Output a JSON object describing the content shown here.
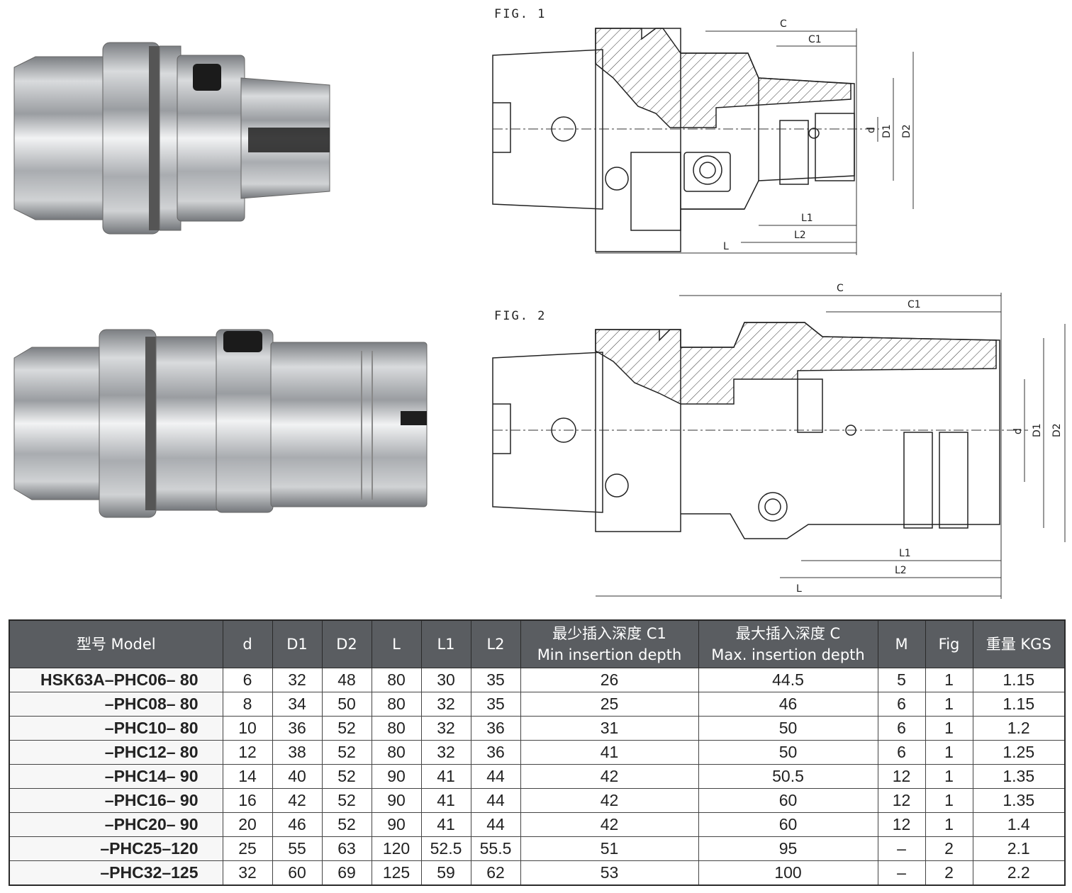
{
  "figures": {
    "fig1": {
      "label": "FIG. 1",
      "dims": {
        "c": "C",
        "c1": "C1",
        "d": "d",
        "d1": "D1",
        "d2": "D2",
        "l": "L",
        "l1": "L1",
        "l2": "L2"
      }
    },
    "fig2": {
      "label": "FIG. 2",
      "dims": {
        "c": "C",
        "c1": "C1",
        "d": "d",
        "d1": "D1",
        "d2": "D2",
        "l": "L",
        "l1": "L1",
        "l2": "L2"
      }
    }
  },
  "table": {
    "headers": {
      "model": "型号  Model",
      "d": "d",
      "d1": "D1",
      "d2": "D2",
      "l": "L",
      "l1": "L1",
      "l2": "L2",
      "c1_zh": "最少插入深度 C1",
      "c1_en": "Min insertion depth",
      "c_zh": "最大插入深度 C",
      "c_en": "Max. insertion depth",
      "m": "M",
      "fig": "Fig",
      "weight": "重量 KGS"
    },
    "rows": [
      {
        "model": "HSK63A–PHC06–  80",
        "d": "6",
        "D1": "32",
        "D2": "48",
        "L": "80",
        "L1": "30",
        "L2": "35",
        "C1": "26",
        "C": "44.5",
        "M": "5",
        "Fig": "1",
        "KGS": "1.15"
      },
      {
        "model": "–PHC08–  80",
        "d": "8",
        "D1": "34",
        "D2": "50",
        "L": "80",
        "L1": "32",
        "L2": "35",
        "C1": "25",
        "C": "46",
        "M": "6",
        "Fig": "1",
        "KGS": "1.15"
      },
      {
        "model": "–PHC10–  80",
        "d": "10",
        "D1": "36",
        "D2": "52",
        "L": "80",
        "L1": "32",
        "L2": "36",
        "C1": "31",
        "C": "50",
        "M": "6",
        "Fig": "1",
        "KGS": "1.2"
      },
      {
        "model": "–PHC12–  80",
        "d": "12",
        "D1": "38",
        "D2": "52",
        "L": "80",
        "L1": "32",
        "L2": "36",
        "C1": "41",
        "C": "50",
        "M": "6",
        "Fig": "1",
        "KGS": "1.25"
      },
      {
        "model": "–PHC14–  90",
        "d": "14",
        "D1": "40",
        "D2": "52",
        "L": "90",
        "L1": "41",
        "L2": "44",
        "C1": "42",
        "C": "50.5",
        "M": "12",
        "Fig": "1",
        "KGS": "1.35"
      },
      {
        "model": "–PHC16–  90",
        "d": "16",
        "D1": "42",
        "D2": "52",
        "L": "90",
        "L1": "41",
        "L2": "44",
        "C1": "42",
        "C": "60",
        "M": "12",
        "Fig": "1",
        "KGS": "1.35"
      },
      {
        "model": "–PHC20–  90",
        "d": "20",
        "D1": "46",
        "D2": "52",
        "L": "90",
        "L1": "41",
        "L2": "44",
        "C1": "42",
        "C": "60",
        "M": "12",
        "Fig": "1",
        "KGS": "1.4"
      },
      {
        "model": "–PHC25–120",
        "d": "25",
        "D1": "55",
        "D2": "63",
        "L": "120",
        "L1": "52.5",
        "L2": "55.5",
        "C1": "51",
        "C": "95",
        "M": "–",
        "Fig": "2",
        "KGS": "2.1"
      },
      {
        "model": "–PHC32–125",
        "d": "32",
        "D1": "60",
        "D2": "69",
        "L": "125",
        "L1": "59",
        "L2": "62",
        "C1": "53",
        "C": "100",
        "M": "–",
        "Fig": "2",
        "KGS": "2.2"
      }
    ]
  }
}
